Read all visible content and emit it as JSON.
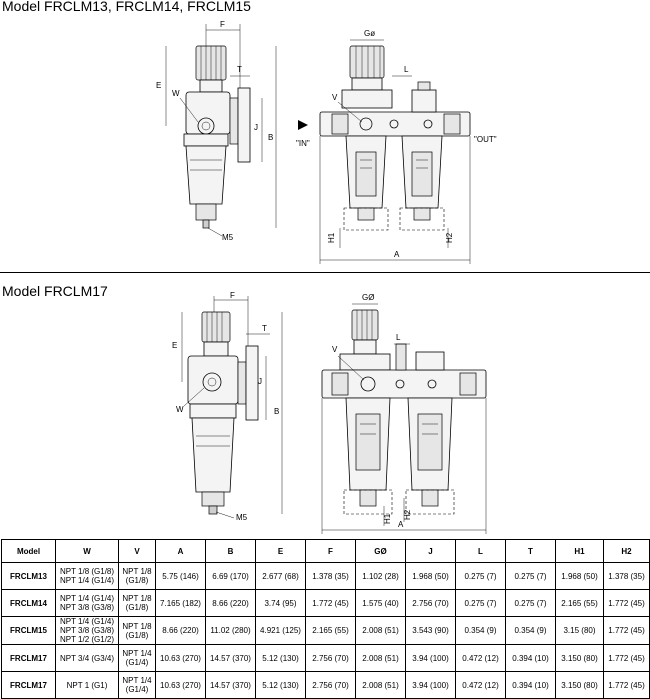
{
  "section1": {
    "title": "Model  FRCLM13, FRCLM14, FRCLM15",
    "side_labels": {
      "F": "F",
      "T": "T",
      "E": "E",
      "W": "W",
      "J": "J",
      "B": "B",
      "M5": "M5"
    },
    "front_labels": {
      "G": "Gø",
      "L": "L",
      "V": "V",
      "IN": "\"IN\"",
      "OUT": "\"OUT\"",
      "H1": "H1",
      "H2": "H2",
      "A": "A"
    }
  },
  "section2": {
    "title": "Model  FRCLM17",
    "side_labels": {
      "F": "F",
      "T": "T",
      "E": "E",
      "W": "W",
      "J": "J",
      "B": "B",
      "M5": "M5"
    },
    "front_labels": {
      "G": "GØ",
      "L": "L",
      "V": "V",
      "H1": "H1",
      "H2": "H2",
      "A": "A"
    }
  },
  "table": {
    "headers": [
      "Model",
      "W",
      "V",
      "A",
      "B",
      "E",
      "F",
      "GØ",
      "J",
      "L",
      "T",
      "H1",
      "H2"
    ],
    "rows": [
      {
        "model": "FRCLM13",
        "w": [
          "NPT 1/8 (G1/8)",
          "NPT 1/4 (G1/4)"
        ],
        "v": [
          "NPT 1/8",
          "(G1/8)"
        ],
        "a": "5.75 (146)",
        "b": "6.69 (170)",
        "e": "2.677   (68)",
        "f": "1.378 (35)",
        "g": "1.102 (28)",
        "j": "1.968 (50)",
        "l": "0.275 (7)",
        "t": "0.275 (7)",
        "h1": "1.968 (50)",
        "h2": "1.378 (35)"
      },
      {
        "model": "FRCLM14",
        "w": [
          "NPT 1/4 (G1/4)",
          "NPT 3/8 (G3/8)"
        ],
        "v": [
          "NPT 1/8",
          "(G1/8)"
        ],
        "a": "7.165 (182)",
        "b": "8.66 (220)",
        "e": "3.74   (95)",
        "f": "1.772 (45)",
        "g": "1.575 (40)",
        "j": "2.756 (70)",
        "l": "0.275 (7)",
        "t": "0.275 (7)",
        "h1": "2.165 (55)",
        "h2": "1.772 (45)"
      },
      {
        "model": "FRCLM15",
        "w": [
          "NPT 1/4 (G1/4)",
          "NPT 3/8 (G3/8)",
          "NPT 1/2 (G1/2)"
        ],
        "v": [
          "NPT 1/8",
          "(G1/8)"
        ],
        "a": "8.66 (220)",
        "b": "11.02 (280)",
        "e": "4.921 (125)",
        "f": "2.165 (55)",
        "g": "2.008 (51)",
        "j": "3.543 (90)",
        "l": "0.354 (9)",
        "t": "0.354 (9)",
        "h1": "3.15 (80)",
        "h2": "1.772 (45)"
      },
      {
        "model": "FRCLM17",
        "w": [
          "NPT 3/4 (G3/4)"
        ],
        "v": [
          "NPT 1/4",
          "(G1/4)"
        ],
        "a": "10.63 (270)",
        "b": "14.57 (370)",
        "e": "5.12 (130)",
        "f": "2.756 (70)",
        "g": "2.008 (51)",
        "j": "3.94 (100)",
        "l": "0.472 (12)",
        "t": "0.394 (10)",
        "h1": "3.150 (80)",
        "h2": "1.772 (45)"
      },
      {
        "model": "FRCLM17",
        "w": [
          "NPT 1 (G1)"
        ],
        "v": [
          "NPT 1/4",
          "(G1/4)"
        ],
        "a": "10.63 (270)",
        "b": "14.57 (370)",
        "e": "5.12 (130)",
        "f": "2.756 (70)",
        "g": "2.008 (51)",
        "j": "3.94 (100)",
        "l": "0.472 (12)",
        "t": "0.394 (10)",
        "h1": "3.150 (80)",
        "h2": "1.772 (45)"
      }
    ]
  }
}
